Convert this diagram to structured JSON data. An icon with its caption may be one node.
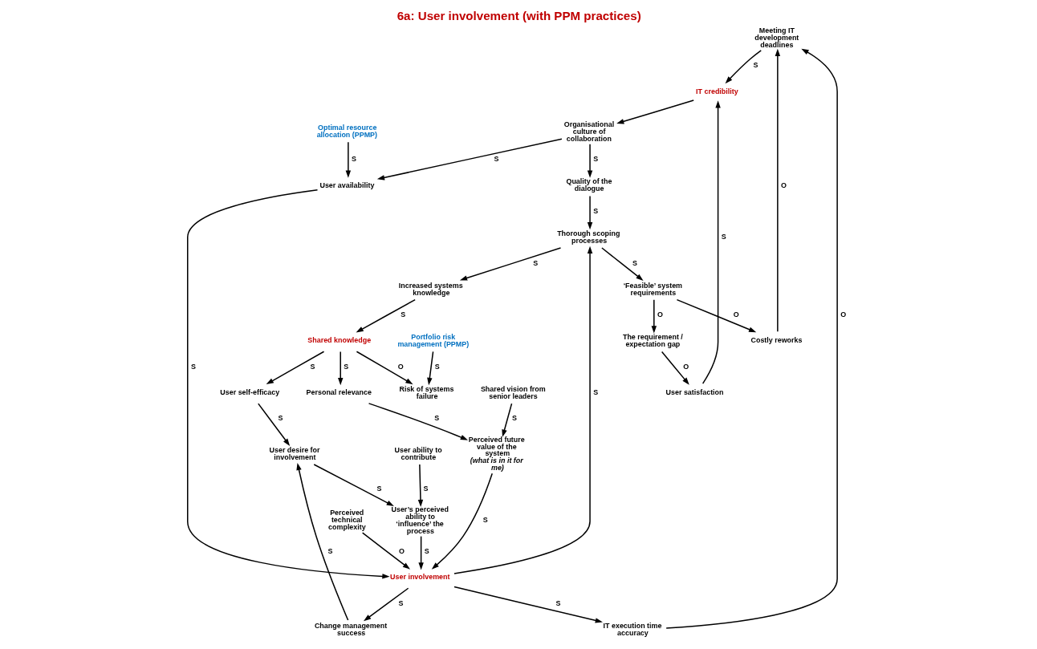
{
  "diagram": {
    "title": "6a: User involvement (with PPM practices)",
    "nodes": [
      {
        "text": [
          "Meeting IT development deadlines"
        ]
      },
      {
        "text": [
          "Costly reworks"
        ]
      },
      {
        "text": [
          "IT credibility"
        ]
      },
      {
        "text": [
          "User satisfaction"
        ]
      },
      {
        "text": [
          "The requirement / expectation gap"
        ]
      },
      {
        "text": [
          "Optimal resource allocation (PPMP)"
        ]
      },
      {
        "text": [
          "IT execution time accuracy"
        ]
      },
      {
        "text": [
          "Organisational culture of collaboration"
        ]
      },
      {
        "text": [
          "Quality of the dialogue"
        ]
      },
      {
        "text": [
          "‘Feasible’ system requirements"
        ]
      },
      {
        "text": [
          "User availability"
        ]
      },
      {
        "text": [
          "Shared vision from senior leaders"
        ]
      },
      {
        "text": [
          "Thorough scoping processes"
        ]
      },
      {
        "text": [
          "Portfolio risk management (PPMP)"
        ]
      },
      {
        "text": [
          "Perceived future value of the system",
          "(what is in it for me)"
        ]
      },
      {
        "text": [
          "User involvement"
        ]
      },
      {
        "text": [
          "Change management success"
        ]
      },
      {
        "text": [
          "Increased systems knowledge"
        ]
      },
      {
        "text": [
          "Risk of systems failure"
        ]
      },
      {
        "text": [
          "Perceived technical complexity"
        ]
      },
      {
        "text": [
          "User’s perceived ability to ‘influence’ the process"
        ]
      },
      {
        "text": [
          "User self-efficacy"
        ]
      },
      {
        "text": [
          "User desire for involvement"
        ]
      },
      {
        "text": [
          "Personal relevance"
        ]
      },
      {
        "text": [
          "User ability to contribute"
        ]
      },
      {
        "text": [
          "Shared knowledge"
        ]
      }
    ],
    "edges": [
      {
        "from": 1,
        "to": 0,
        "arrow": "to",
        "label": "O"
      },
      {
        "from": 0,
        "to": 2,
        "arrow": "to",
        "label": "S"
      },
      {
        "from": 3,
        "to": 2,
        "arrow": "to",
        "label": "S"
      },
      {
        "from": 4,
        "to": 3,
        "arrow": "to",
        "label": "O"
      },
      {
        "from": 9,
        "to": 4,
        "arrow": "to",
        "label": "O"
      },
      {
        "from": 9,
        "to": 1,
        "arrow": "to",
        "label": "O"
      },
      {
        "from": 2,
        "to": 7,
        "arrow": "to"
      },
      {
        "from": 7,
        "to": 8,
        "arrow": "to",
        "label": "S"
      },
      {
        "from": 7,
        "to": 10,
        "arrow": "to",
        "label": "S"
      },
      {
        "from": 5,
        "to": 10,
        "arrow": "to",
        "label": "S"
      },
      {
        "from": 6,
        "to": 0,
        "arrow": "to",
        "label": "O"
      },
      {
        "from": 15,
        "to": 6,
        "arrow": "to",
        "label": "S"
      },
      {
        "from": 10,
        "to": 15,
        "arrow": "to",
        "label": "S"
      },
      {
        "from": 8,
        "to": 12,
        "arrow": "to",
        "label": "S"
      },
      {
        "from": 12,
        "to": 9,
        "arrow": "to",
        "label": "S"
      },
      {
        "from": 12,
        "to": 17,
        "arrow": "to",
        "label": "S"
      },
      {
        "from": 15,
        "to": 12,
        "arrow": "to",
        "label": "S"
      },
      {
        "from": 11,
        "to": 14,
        "arrow": "to",
        "label": "S"
      },
      {
        "from": 14,
        "to": 15,
        "arrow": "to",
        "label": "S"
      },
      {
        "from": 15,
        "to": 16,
        "arrow": "to",
        "label": "S"
      },
      {
        "from": 19,
        "to": 15,
        "arrow": "to",
        "label": "O"
      },
      {
        "from": 20,
        "to": 15,
        "arrow": "to",
        "label": "S"
      },
      {
        "from": 16,
        "to": 22,
        "arrow": "to",
        "label": "S"
      },
      {
        "from": 22,
        "to": 20,
        "arrow": "to",
        "label": "S"
      },
      {
        "from": 24,
        "to": 20,
        "arrow": "to",
        "label": "S"
      },
      {
        "from": 21,
        "to": 22,
        "arrow": "to",
        "label": "S"
      },
      {
        "from": 17,
        "to": 25,
        "arrow": "to",
        "label": "S"
      },
      {
        "from": 25,
        "to": 21,
        "arrow": "to",
        "label": "S"
      },
      {
        "from": 25,
        "to": 18,
        "arrow": "to",
        "label": "O"
      },
      {
        "from": 13,
        "to": 18,
        "arrow": "to",
        "label": "S"
      },
      {
        "from": 25,
        "to": 23,
        "arrow": "to",
        "label": "S"
      },
      {
        "from": 23,
        "to": 14,
        "arrow": "to",
        "label": "S"
      }
    ]
  }
}
